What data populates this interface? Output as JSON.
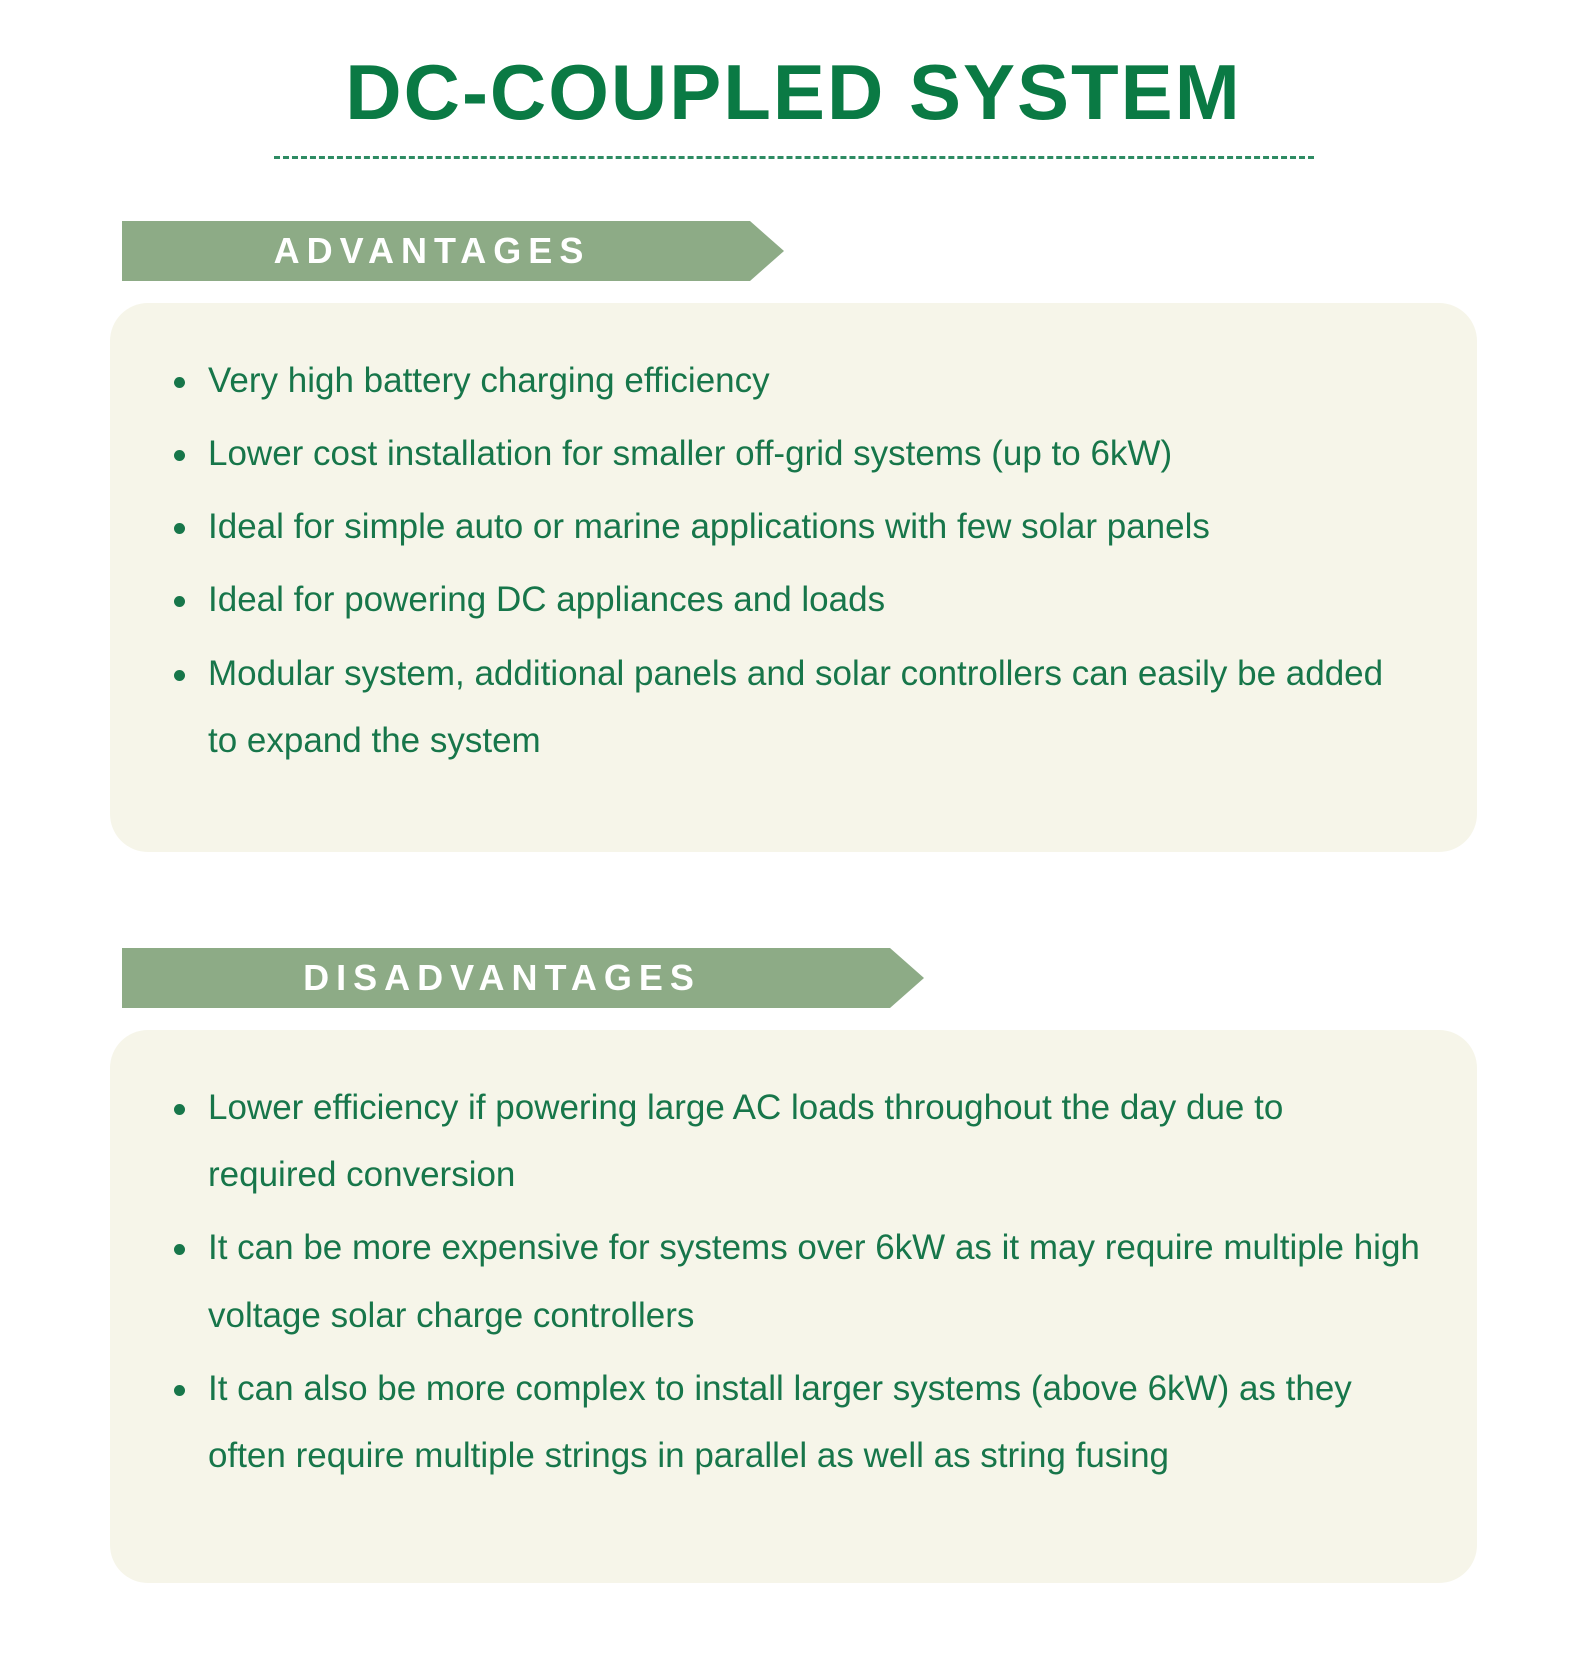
{
  "title": "DC-COUPLED SYSTEM",
  "colors": {
    "title_green": "#0a7a44",
    "banner_green": "#8dab86",
    "body_green": "#17764a",
    "card_cream": "#f6f5e9",
    "page_background": "#ffffff",
    "divider_green": "#2e8b63"
  },
  "sections": [
    {
      "banner_label": "ADVANTAGES",
      "bullets": [
        "Very high battery charging efficiency",
        "Lower cost installation for smaller off-grid systems (up to 6kW)",
        "Ideal for simple auto or marine applications with few solar panels",
        "Ideal for powering DC appliances and loads",
        "Modular system, additional panels and solar controllers can easily be added to expand the system"
      ]
    },
    {
      "banner_label": "DISADVANTAGES",
      "bullets": [
        "Lower efficiency if powering large AC loads throughout the day due to required conversion",
        "It can be more expensive for systems over 6kW as it may require multiple high voltage solar charge controllers",
        "It can also be more complex to install larger systems (above 6kW) as they often require multiple strings in parallel as well as string fusing"
      ]
    }
  ]
}
